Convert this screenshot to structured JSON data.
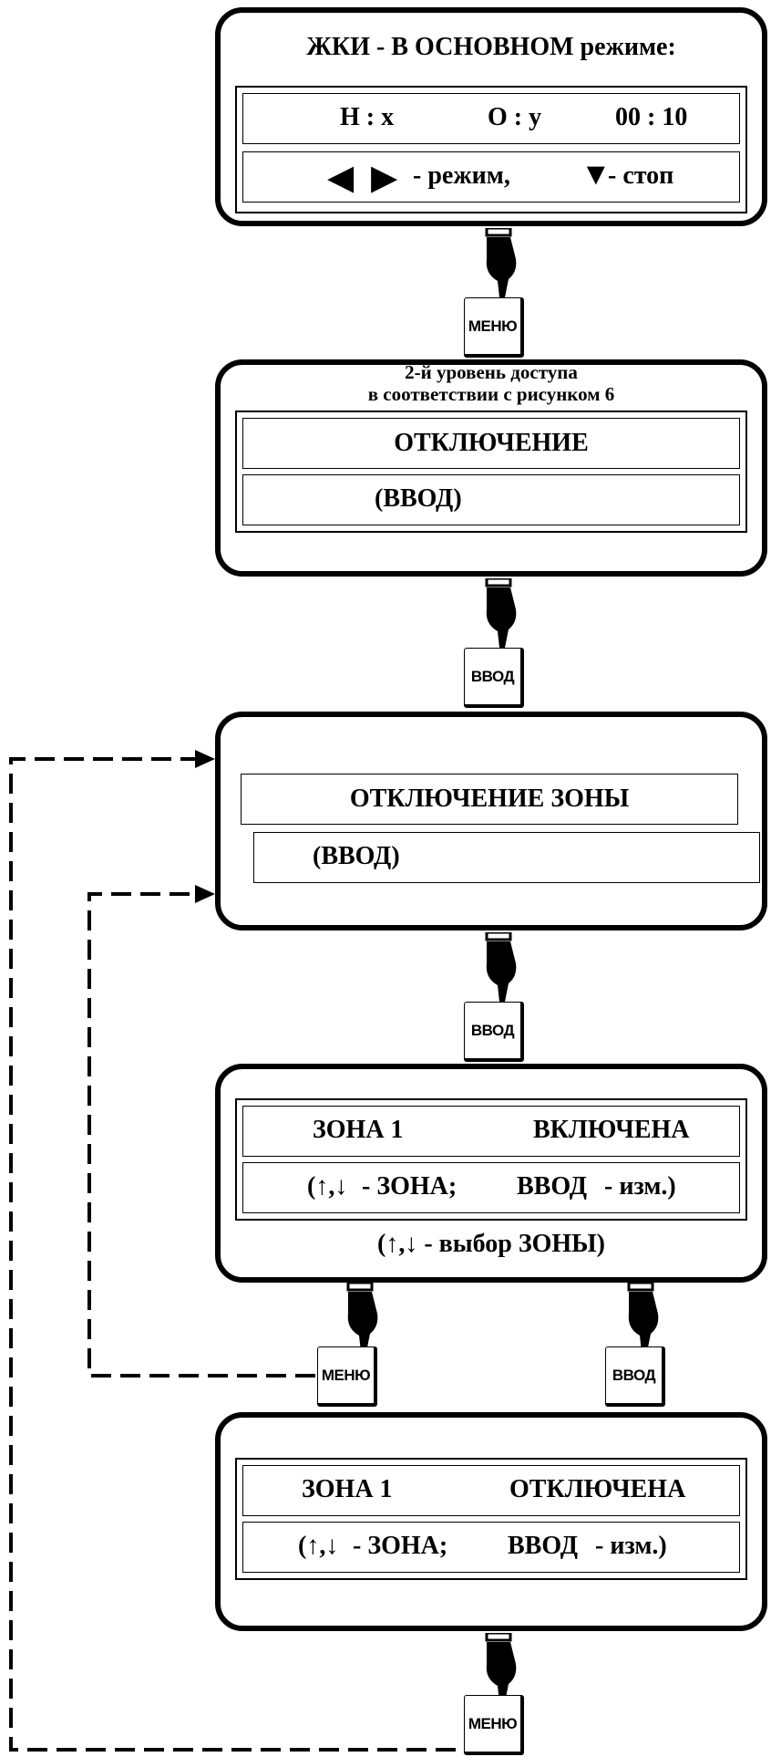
{
  "screen1": {
    "title": "ЖКИ - В ОСНОВНОМ режиме:",
    "line1": {
      "h": "Н : x",
      "o": "О :  y",
      "time": "00 : 10"
    },
    "line2": {
      "left_arrow": "◀",
      "right_arrow": "▶",
      "mode": "- режим,",
      "down_arrow": "▼",
      "stop": "- стоп"
    }
  },
  "key1_label": "МЕНЮ",
  "screen2": {
    "note_line1": "2-й уровень  доступа",
    "note_line2": "в соответствии с рисунком 6",
    "line1": "ОТКЛЮЧЕНИЕ",
    "line2": "(ВВОД)"
  },
  "key2_label": "ВВОД",
  "screen3": {
    "line1": "ОТКЛЮЧЕНИЕ ЗОНЫ",
    "line2": "(ВВОД)"
  },
  "key3_label": "ВВОД",
  "screen4": {
    "line1_zone": "ЗОНА 1",
    "line1_state": "ВКЛЮЧЕНА",
    "line2_arrows": "(↑,↓",
    "line2_zone": "- ЗОНА;",
    "line2_enter": "ВВОД",
    "line2_change": "- изм.)",
    "footer_arrows": "(↑,↓",
    "footer_text": "- выбор ЗОНЫ)"
  },
  "key4_left_label": "МЕНЮ",
  "key4_right_label": "ВВОД",
  "screen5": {
    "line1_zone": "ЗОНА 1",
    "line1_state": "ОТКЛЮЧЕНА",
    "line2_arrows": "(↑,↓",
    "line2_zone": "- ЗОНА;",
    "line2_enter": "ВВОД",
    "line2_change": "- изм.)"
  },
  "key5_label": "МЕНЮ",
  "icons": {
    "hand": "pointing-hand-icon"
  }
}
